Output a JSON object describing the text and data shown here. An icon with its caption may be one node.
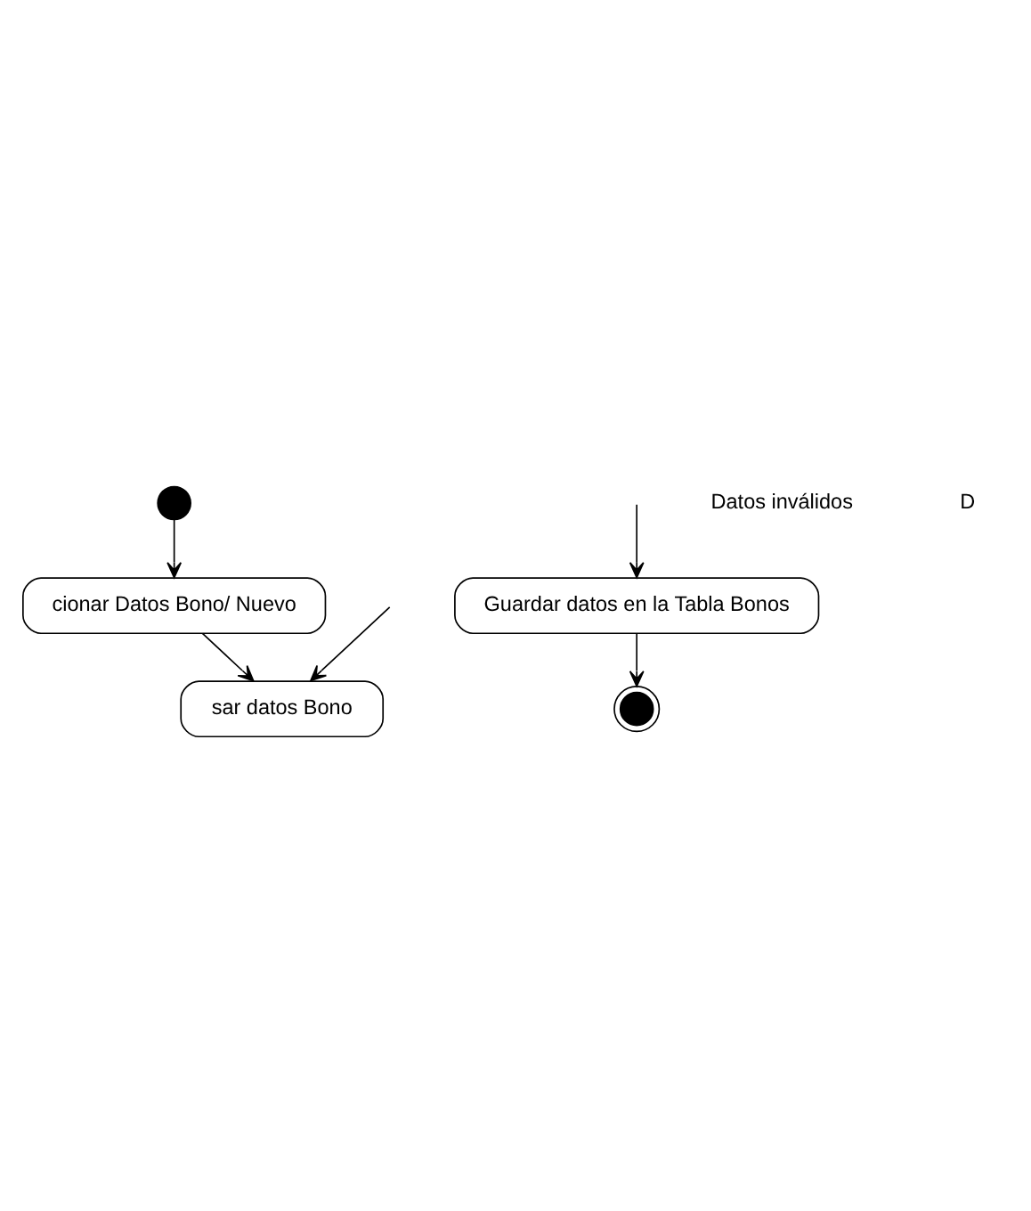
{
  "diagram": {
    "nodes": [
      {
        "text": [],
        "shape": "circle"
      },
      {
        "text": [
          "cionar Datos Bono/ Nuevo"
        ]
      },
      {
        "text": [
          "sar datos Bono"
        ]
      },
      {
        "text": [
          "Guardar datos en la Tabla Bonos"
        ]
      },
      {
        "text": [],
        "shape": "circle"
      }
    ],
    "edges": [
      {
        "from": 0,
        "to": 1,
        "arrow": "to"
      },
      {
        "from": 1,
        "to": 2,
        "arrow": "to"
      },
      {
        "from": null,
        "to": 2,
        "arrow": "to"
      },
      {
        "from": null,
        "to": 3,
        "arrow": "to"
      },
      {
        "from": 3,
        "to": 4,
        "arrow": "to"
      }
    ],
    "labels": [
      "Datos inválidos",
      "D"
    ]
  }
}
